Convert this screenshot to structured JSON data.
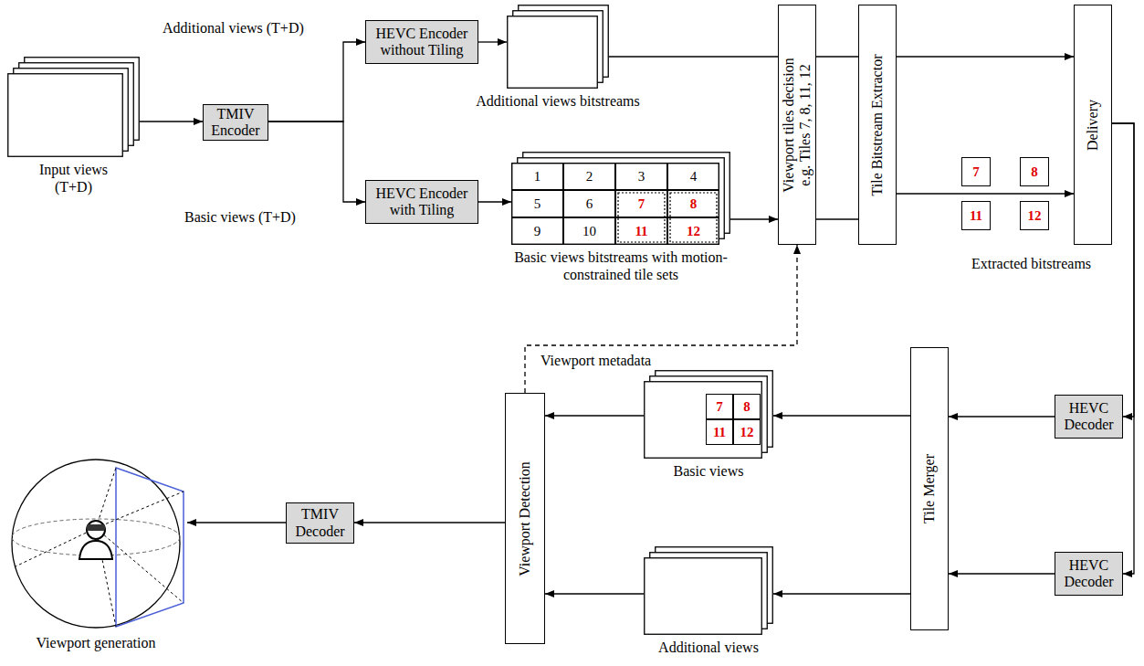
{
  "diagram": {
    "nodes": [
      {
        "text": [
          "Input views (T+D)"
        ]
      },
      {
        "text": [
          "TMIV Encoder"
        ]
      },
      {
        "text": [
          "HEVC Encoder without Tiling"
        ]
      },
      {
        "text": [
          "HEVC Encoder with Tiling"
        ]
      },
      {
        "text": [
          "Additional views bitstreams"
        ]
      },
      {
        "text": [
          "Basic views bitstreams with motion-constrained tile sets"
        ]
      },
      {
        "text": [
          "1"
        ],
        "in": 5
      },
      {
        "text": [
          "2"
        ],
        "in": 5
      },
      {
        "text": [
          "3"
        ],
        "in": 5
      },
      {
        "text": [
          "4"
        ],
        "in": 5
      },
      {
        "text": [
          "5"
        ],
        "in": 5
      },
      {
        "text": [
          "6"
        ],
        "in": 5
      },
      {
        "text": [
          "7"
        ],
        "in": 5
      },
      {
        "text": [
          "8"
        ],
        "in": 5
      },
      {
        "text": [
          "9"
        ],
        "in": 5
      },
      {
        "text": [
          "10"
        ],
        "in": 5
      },
      {
        "text": [
          "11"
        ],
        "in": 5
      },
      {
        "text": [
          "12"
        ],
        "in": 5
      },
      {
        "text": [
          "Viewport tiles decision",
          "e.g. Tiles 7, 8, 11, 12"
        ]
      },
      {
        "text": [
          "Tile Bitstream Extractor"
        ]
      },
      {
        "text": [
          "7"
        ]
      },
      {
        "text": [
          "8"
        ]
      },
      {
        "text": [
          "11"
        ]
      },
      {
        "text": [
          "12"
        ]
      },
      {
        "text": [
          "Delivery"
        ]
      },
      {
        "text": [
          "HEVC Decoder"
        ]
      },
      {
        "text": [
          "HEVC Decoder"
        ]
      },
      {
        "text": [
          "Tile Merger"
        ]
      },
      {
        "text": [
          "Basic views"
        ]
      },
      {
        "text": [
          "7"
        ],
        "in": 28
      },
      {
        "text": [
          "8"
        ],
        "in": 28
      },
      {
        "text": [
          "11"
        ],
        "in": 28
      },
      {
        "text": [
          "12"
        ],
        "in": 28
      },
      {
        "text": [
          "Additional views"
        ]
      },
      {
        "text": [
          "Viewport Detection"
        ]
      },
      {
        "text": [
          "TMIV Decoder"
        ]
      },
      {
        "text": [
          "Viewport generation"
        ]
      }
    ],
    "edges": [
      {
        "from": 0,
        "to": 1,
        "arrow": "to"
      },
      {
        "from": 1,
        "to": 2,
        "arrow": "to",
        "label": "Additional views (T+D)"
      },
      {
        "from": 1,
        "to": 3,
        "arrow": "to",
        "label": "Basic views (T+D)"
      },
      {
        "from": 2,
        "to": 4,
        "arrow": "to"
      },
      {
        "from": 3,
        "to": 5,
        "arrow": "to"
      },
      {
        "from": 4,
        "to": 18,
        "arrow": "none"
      },
      {
        "from": 5,
        "to": 18,
        "arrow": "to"
      },
      {
        "from": 18,
        "to": 19,
        "arrow": "none"
      },
      {
        "from": 18,
        "to": 19,
        "arrow": "none"
      },
      {
        "from": 19,
        "to": 24,
        "arrow": "to"
      },
      {
        "from": 19,
        "to": 24,
        "arrow": "to"
      },
      {
        "from": 24,
        "to": 25,
        "arrow": "to"
      },
      {
        "from": 24,
        "to": 26,
        "arrow": "to"
      },
      {
        "from": 25,
        "to": 27,
        "arrow": "to"
      },
      {
        "from": 26,
        "to": 27,
        "arrow": "to"
      },
      {
        "from": 27,
        "to": 28,
        "arrow": "to"
      },
      {
        "from": 27,
        "to": 33,
        "arrow": "to"
      },
      {
        "from": 28,
        "to": 34,
        "arrow": "to"
      },
      {
        "from": 33,
        "to": 34,
        "arrow": "to"
      },
      {
        "from": 34,
        "to": 35,
        "arrow": "to"
      },
      {
        "from": 35,
        "to": 36,
        "arrow": "to"
      },
      {
        "from": 34,
        "to": 18,
        "arrow": "to",
        "label": "Viewport metadata"
      }
    ],
    "labels": [
      "Extracted bitstreams"
    ]
  }
}
